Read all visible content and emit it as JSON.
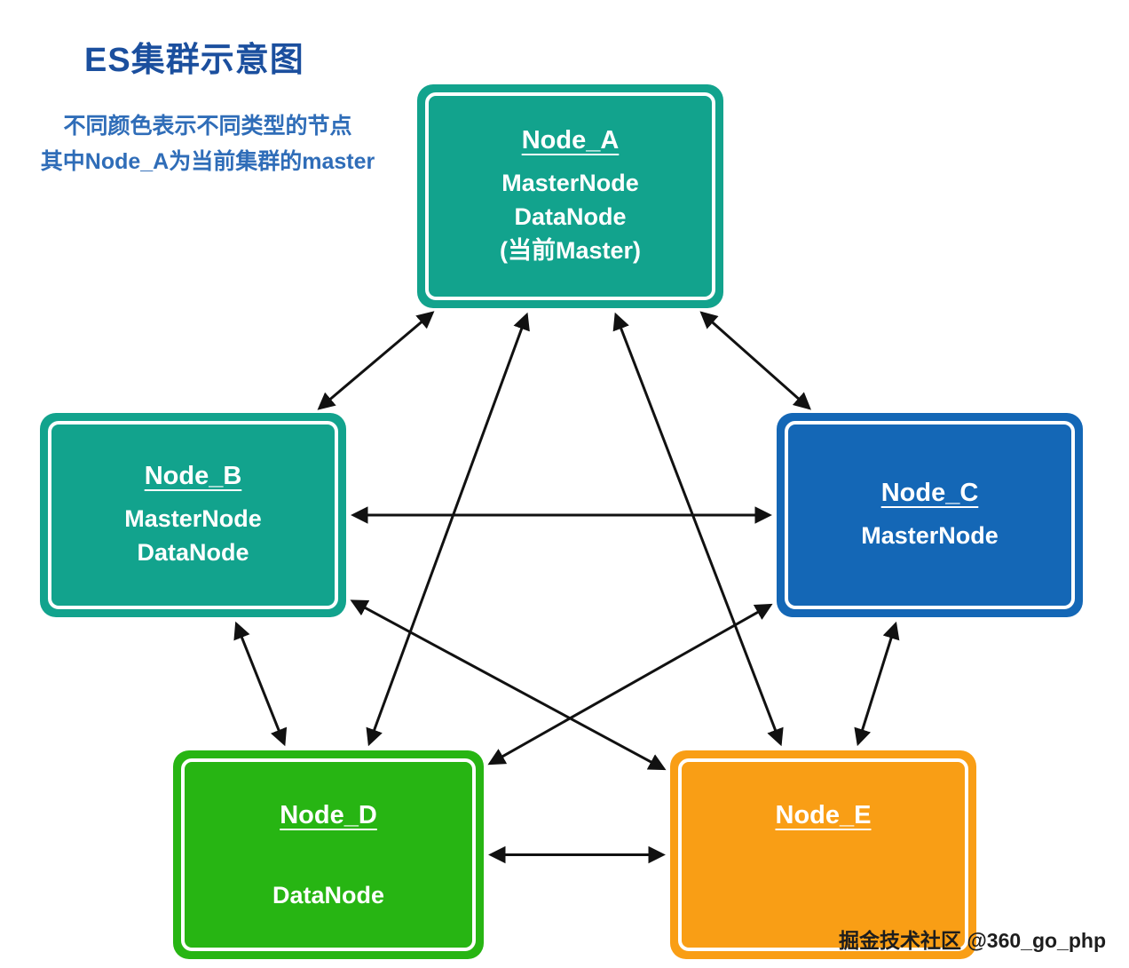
{
  "title": "ES集群示意图",
  "subtitle_lines": {
    "line1": "不同颜色表示不同类型的节点",
    "line2": "其中Node_A为当前集群的master"
  },
  "watermark": "掘金技术社区 @360_go_php",
  "colors": {
    "teal": "#12a38d",
    "blue": "#1467b6",
    "green": "#27b513",
    "orange": "#f99e15",
    "arrow": "#111111",
    "title_text": "#1b4f9e",
    "subtitle_text": "#2f6db8"
  },
  "nodes": [
    {
      "id": "A",
      "title": "Node_A",
      "color_key": "teal",
      "lines": [
        "MasterNode",
        "DataNode",
        "(当前Master)"
      ]
    },
    {
      "id": "B",
      "title": "Node_B",
      "color_key": "teal",
      "lines": [
        "MasterNode",
        "DataNode"
      ]
    },
    {
      "id": "C",
      "title": "Node_C",
      "color_key": "blue",
      "lines": [
        "MasterNode"
      ]
    },
    {
      "id": "D",
      "title": "Node_D",
      "color_key": "green",
      "lines": [
        "DataNode"
      ]
    },
    {
      "id": "E",
      "title": "Node_E",
      "color_key": "orange",
      "lines": []
    }
  ],
  "edges": [
    {
      "from": "A",
      "to": "B"
    },
    {
      "from": "A",
      "to": "C"
    },
    {
      "from": "A",
      "to": "D"
    },
    {
      "from": "A",
      "to": "E"
    },
    {
      "from": "B",
      "to": "C"
    },
    {
      "from": "B",
      "to": "D"
    },
    {
      "from": "B",
      "to": "E"
    },
    {
      "from": "C",
      "to": "D"
    },
    {
      "from": "C",
      "to": "E"
    },
    {
      "from": "D",
      "to": "E"
    }
  ]
}
